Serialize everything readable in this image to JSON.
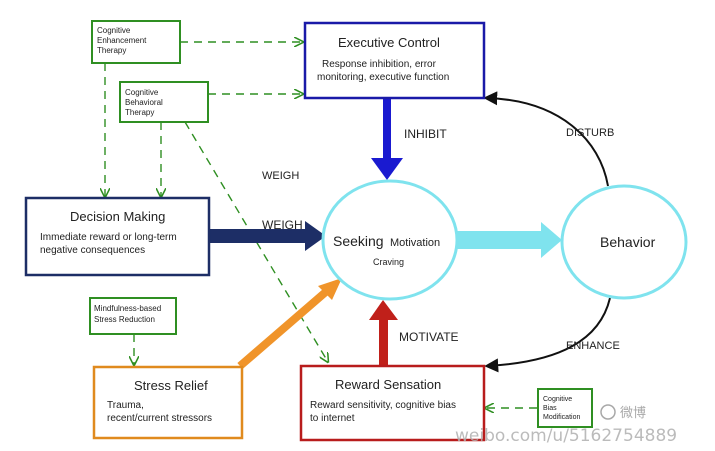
{
  "nodes": {
    "cet": {
      "lines": [
        "Cognitive",
        "Enhancement",
        "Therapy"
      ],
      "color": "#2f8f22"
    },
    "cbt": {
      "lines": [
        "Cognitive",
        "Behavioral",
        "Therapy"
      ],
      "color": "#2f8f22"
    },
    "mbsr": {
      "lines": [
        "Mindfulness-based",
        "Stress Reduction"
      ],
      "color": "#2f8f22"
    },
    "cbm": {
      "lines": [
        "Cognitive",
        "Bias",
        "Modification"
      ],
      "color": "#2f8f22"
    },
    "executive": {
      "title": "Executive Control",
      "lines": [
        "Response inhibition, error",
        "monitoring, executive function"
      ],
      "color": "#1a1aa8"
    },
    "decision": {
      "title": "Decision Making",
      "lines": [
        "Immediate reward or long-term",
        "negative consequences"
      ],
      "color": "#1d2e66"
    },
    "stress": {
      "title": "Stress Relief",
      "lines": [
        "Trauma,",
        "recent/current stressors"
      ],
      "color": "#e08a1e"
    },
    "reward": {
      "title": "Reward Sensation",
      "lines": [
        "Reward sensitivity, cognitive bias",
        "to internet"
      ],
      "color": "#b81c1c"
    },
    "seeking": {
      "title": "Seeking",
      "subtitle": "Motivation",
      "sub2": "Craving",
      "color": "#7fe3ee"
    },
    "behavior": {
      "title": "Behavior",
      "color": "#7fe3ee"
    }
  },
  "edge_labels": {
    "inhibit": "INHIBIT",
    "weigh_top": "WEIGH",
    "weigh_arrow": "WEIGH",
    "motivate": "MOTIVATE",
    "disturb": "DISTURB",
    "enhance": "ENHANCE"
  },
  "watermark": {
    "brand": "微博",
    "handle": "weibo.com/u/5162754889"
  },
  "colors": {
    "dashed": "#2f8f22",
    "inhibit_arrow": "#1a1ad0",
    "weigh_arrow": "#1d2e66",
    "motivate_arrow": "#c0201a",
    "stress_arrow": "#f0942a",
    "seeking_arrow": "#7fe3ee",
    "curve": "#111111"
  }
}
